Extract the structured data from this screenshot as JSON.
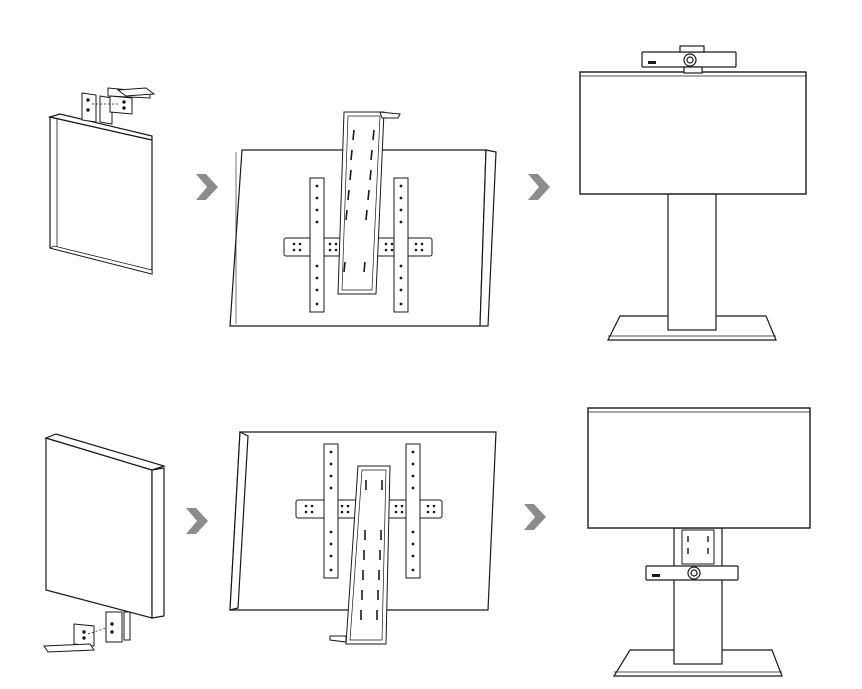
{
  "diagram": {
    "rows": [
      {
        "mount": "top",
        "steps": [
          "panel-with-bracket",
          "display-back-with-mount",
          "display-on-stand-camera-top"
        ]
      },
      {
        "mount": "bottom",
        "steps": [
          "panel-with-bracket",
          "display-back-with-mount",
          "display-on-stand-camera-bottom"
        ]
      }
    ],
    "arrows": [
      {
        "name": "step-arrow-icon",
        "color": "#8c8c8c"
      }
    ],
    "colors": {
      "stroke": "#1a1a1a",
      "arrow": "#8c8c8c",
      "background": "#ffffff"
    }
  }
}
